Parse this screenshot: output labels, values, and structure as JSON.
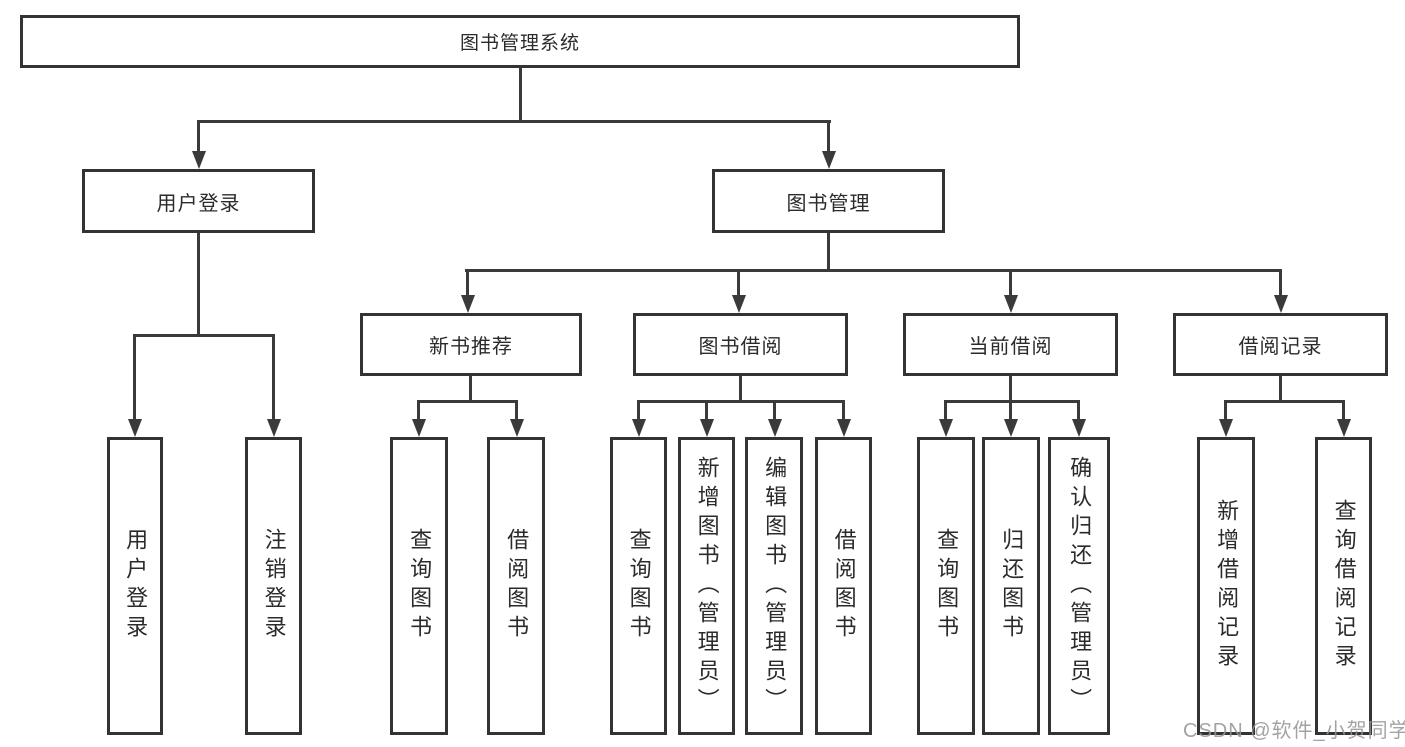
{
  "diagram_type": "hierarchy-tree",
  "tree": {
    "label": "图书管理系统",
    "children": [
      {
        "label": "用户登录",
        "children": [
          {
            "label": "用户登录"
          },
          {
            "label": "注销登录"
          }
        ]
      },
      {
        "label": "图书管理",
        "children": [
          {
            "label": "新书推荐",
            "children": [
              {
                "label": "查询图书"
              },
              {
                "label": "借阅图书"
              }
            ]
          },
          {
            "label": "图书借阅",
            "children": [
              {
                "label": "查询图书"
              },
              {
                "label": "新增图书（管理员）"
              },
              {
                "label": "编辑图书（管理员）"
              },
              {
                "label": "借阅图书"
              }
            ]
          },
          {
            "label": "当前借阅",
            "children": [
              {
                "label": "查询图书"
              },
              {
                "label": "归还图书"
              },
              {
                "label": "确认归还（管理员）"
              }
            ]
          },
          {
            "label": "借阅记录",
            "children": [
              {
                "label": "新增借阅记录"
              },
              {
                "label": "查询借阅记录"
              }
            ]
          }
        ]
      }
    ]
  },
  "watermark": "CSDN @软件_小贺同学",
  "colors": {
    "box_border": "#333333",
    "box_fill": "#ffffff",
    "line": "#3a3a3a",
    "text": "#2b2b2b",
    "watermark": "#969696",
    "background": "#ffffff"
  }
}
